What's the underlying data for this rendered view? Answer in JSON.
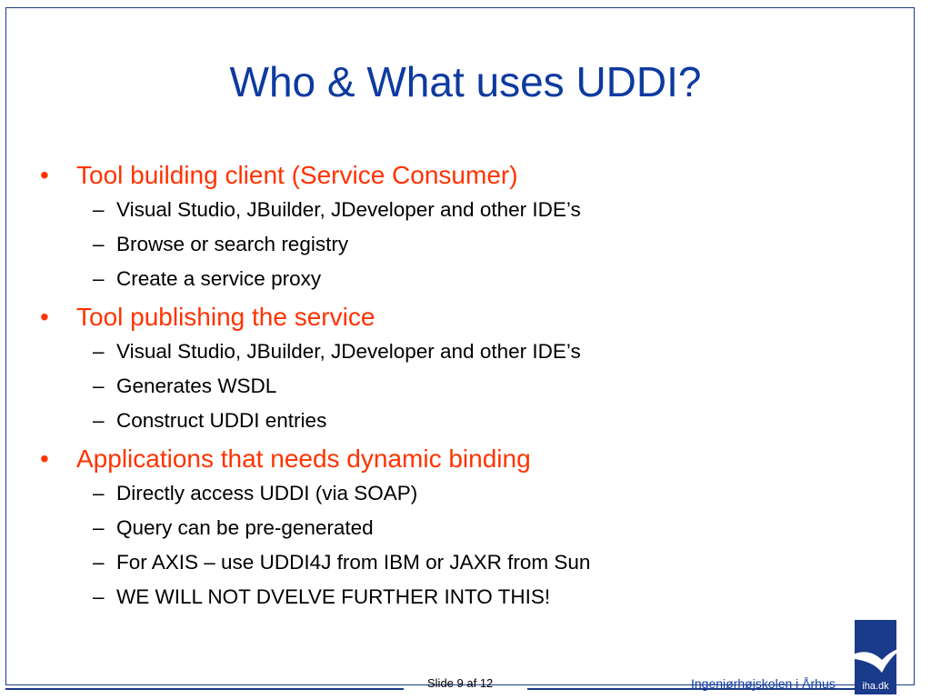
{
  "slide": {
    "title": "Who & What uses UDDI?",
    "bullets": [
      {
        "text": "Tool building client (Service Consumer)",
        "subs": [
          "Visual Studio, JBuilder, JDeveloper and other IDE’s",
          "Browse or search registry",
          "Create a service proxy"
        ]
      },
      {
        "text": "Tool publishing the service",
        "subs": [
          "Visual Studio, JBuilder, JDeveloper and other IDE’s",
          "Generates WSDL",
          "Construct UDDI entries"
        ]
      },
      {
        "text": "Applications that needs dynamic binding",
        "subs": [
          "Directly access UDDI (via SOAP)",
          "Query can be pre-generated",
          "For AXIS – use UDDI4J from IBM or JAXR from Sun",
          "WE WILL NOT DVELVE FURTHER INTO THIS!"
        ]
      }
    ],
    "bullet_glyph": "•",
    "dash_glyph": "–"
  },
  "footer": {
    "slide_number": "Slide 9 af  12",
    "institution": "Ingeniørhøjskolen i Århus",
    "logo_text": "iha.dk",
    "logo_icon": "iha-logo-icon"
  },
  "colors": {
    "title": "#0d3aa0",
    "bullet": "#ff3300",
    "frame": "#1a3a8a"
  }
}
